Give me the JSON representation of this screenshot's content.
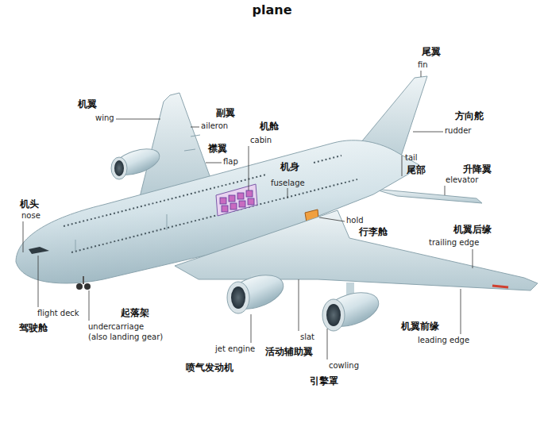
{
  "diagram": {
    "title": "plane",
    "labels": [
      "尾翼",
      "fin",
      "方向舵",
      "rudder",
      "机翼",
      "wing",
      "副翼",
      "aileron",
      "机舱",
      "cabin",
      "襟翼",
      "flap",
      "机身",
      "fuselage",
      "tail",
      "尾部",
      "升降翼",
      "elevator",
      "机头",
      "nose",
      "hold",
      "行李舱",
      "机翼后缘",
      "trailing edge",
      "起落架",
      "undercarriage",
      "(also landing gear)",
      "flight deck",
      "驾驶舱",
      "机翼前缘",
      "leading edge",
      "jet engine",
      "活动辅助翼",
      "slat",
      "喷气发动机",
      "cowling",
      "引擎罩"
    ]
  }
}
